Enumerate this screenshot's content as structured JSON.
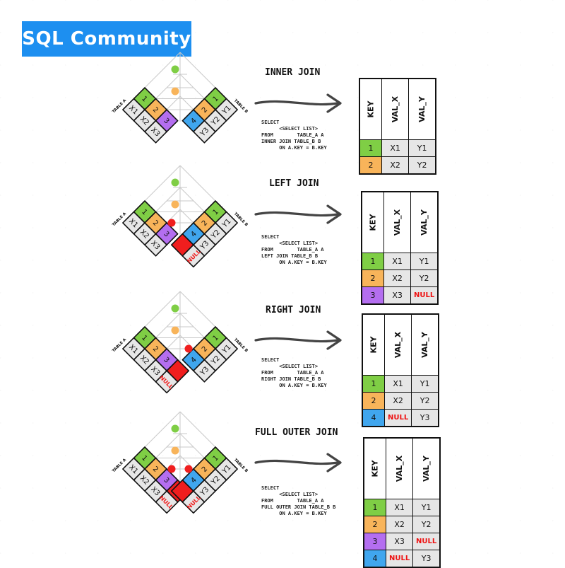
{
  "header": {
    "title": "SQL Community"
  },
  "colors": {
    "green": "#7fce45",
    "orange": "#f8b45a",
    "purple": "#b46ef0",
    "blue": "#40a6ee",
    "red": "#f01e1e",
    "grey": "#e7e7e7",
    "accent": "#1d8ff0"
  },
  "diagram_labels": {
    "table_a": "TABLE A",
    "table_b": "TABLE B"
  },
  "sections": [
    {
      "title": "INNER JOIN",
      "sql": "SELECT\n      <SELECT LIST>\nFROM        TABLE_A A\nINNER JOIN TABLE_B B\n      ON A.KEY = B.KEY",
      "left_cells": [
        [
          "1",
          "X1"
        ],
        [
          "2",
          "X2"
        ],
        [
          "3",
          "X3"
        ]
      ],
      "right_cells": [
        [
          "1",
          "Y1"
        ],
        [
          "2",
          "Y2"
        ],
        [
          "4",
          "Y3"
        ]
      ],
      "result": {
        "headers": [
          "KEY",
          "VAL_X",
          "VAL_Y"
        ],
        "rows": [
          [
            "1",
            "X1",
            "Y1"
          ],
          [
            "2",
            "X2",
            "Y2"
          ]
        ]
      }
    },
    {
      "title": "LEFT JOIN",
      "sql": "SELECT\n      <SELECT LIST>\nFROM        TABLE_A A\nLEFT JOIN TABLE_B B\n      ON A.KEY = B.KEY",
      "left_cells": [
        [
          "1",
          "X1"
        ],
        [
          "2",
          "X2"
        ],
        [
          "3",
          "X3"
        ]
      ],
      "right_cells": [
        [
          "1",
          "Y1"
        ],
        [
          "2",
          "Y2"
        ],
        [
          "4",
          "Y3"
        ],
        [
          "NULL",
          ""
        ]
      ],
      "result": {
        "headers": [
          "KEY",
          "VAL_X",
          "VAL_Y"
        ],
        "rows": [
          [
            "1",
            "X1",
            "Y1"
          ],
          [
            "2",
            "X2",
            "Y2"
          ],
          [
            "3",
            "X3",
            "NULL"
          ]
        ]
      }
    },
    {
      "title": "RIGHT JOIN",
      "sql": "SELECT\n      <SELECT LIST>\nFROM        TABLE_A A\nRIGHT JOIN TABLE_B B\n      ON A.KEY = B.KEY",
      "left_cells": [
        [
          "1",
          "X1"
        ],
        [
          "2",
          "X2"
        ],
        [
          "3",
          "X3"
        ],
        [
          "NULL",
          ""
        ]
      ],
      "right_cells": [
        [
          "1",
          "Y1"
        ],
        [
          "2",
          "Y2"
        ],
        [
          "4",
          "Y3"
        ]
      ],
      "result": {
        "headers": [
          "KEY",
          "VAL_X",
          "VAL_Y"
        ],
        "rows": [
          [
            "1",
            "X1",
            "Y1"
          ],
          [
            "2",
            "X2",
            "Y2"
          ],
          [
            "4",
            "NULL",
            "Y3"
          ]
        ]
      }
    },
    {
      "title": "FULL OUTER JOIN",
      "sql": "SELECT\n      <SELECT LIST>\nFROM        TABLE_A A\nFULL OUTER JOIN TABLE_B B\n      ON A.KEY = B.KEY",
      "left_cells": [
        [
          "1",
          "X1"
        ],
        [
          "2",
          "X2"
        ],
        [
          "3",
          "X3"
        ],
        [
          "NULL",
          ""
        ]
      ],
      "right_cells": [
        [
          "1",
          "Y1"
        ],
        [
          "2",
          "Y2"
        ],
        [
          "4",
          "Y3"
        ],
        [
          "NULL",
          ""
        ]
      ],
      "result": {
        "headers": [
          "KEY",
          "VAL_X",
          "VAL_Y"
        ],
        "rows": [
          [
            "1",
            "X1",
            "Y1"
          ],
          [
            "2",
            "X2",
            "Y2"
          ],
          [
            "3",
            "X3",
            "NULL"
          ],
          [
            "4",
            "NULL",
            "Y3"
          ]
        ]
      }
    }
  ]
}
